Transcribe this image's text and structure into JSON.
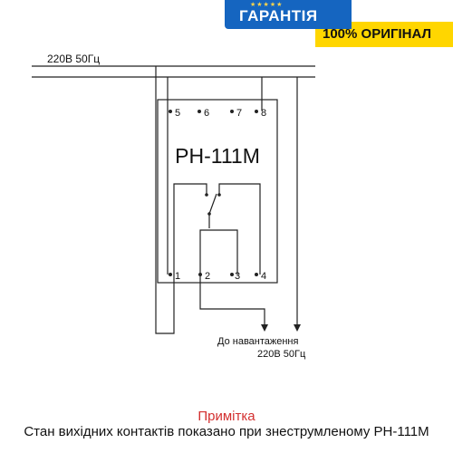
{
  "badge": {
    "stars": "★★★★★",
    "title": "ГАРАНТІЯ",
    "subtitle": "100% ОРИГІНАЛ"
  },
  "diagram": {
    "supply_label": "220В 50Гц",
    "device_name": "РН-111М",
    "terminals_top": [
      "5",
      "6",
      "7",
      "8"
    ],
    "terminals_bottom": [
      "1",
      "2",
      "3",
      "4"
    ],
    "load_label": "До навантаження",
    "load_voltage": "220В 50Гц"
  },
  "note": {
    "title": "Примітка",
    "text": "Стан вихідних контактів показано при знеструмленому РН-111М"
  },
  "colors": {
    "badge_blue": "#1565c0",
    "badge_yellow": "#ffd600",
    "note_red": "#d32f2f",
    "line": "#222222"
  }
}
